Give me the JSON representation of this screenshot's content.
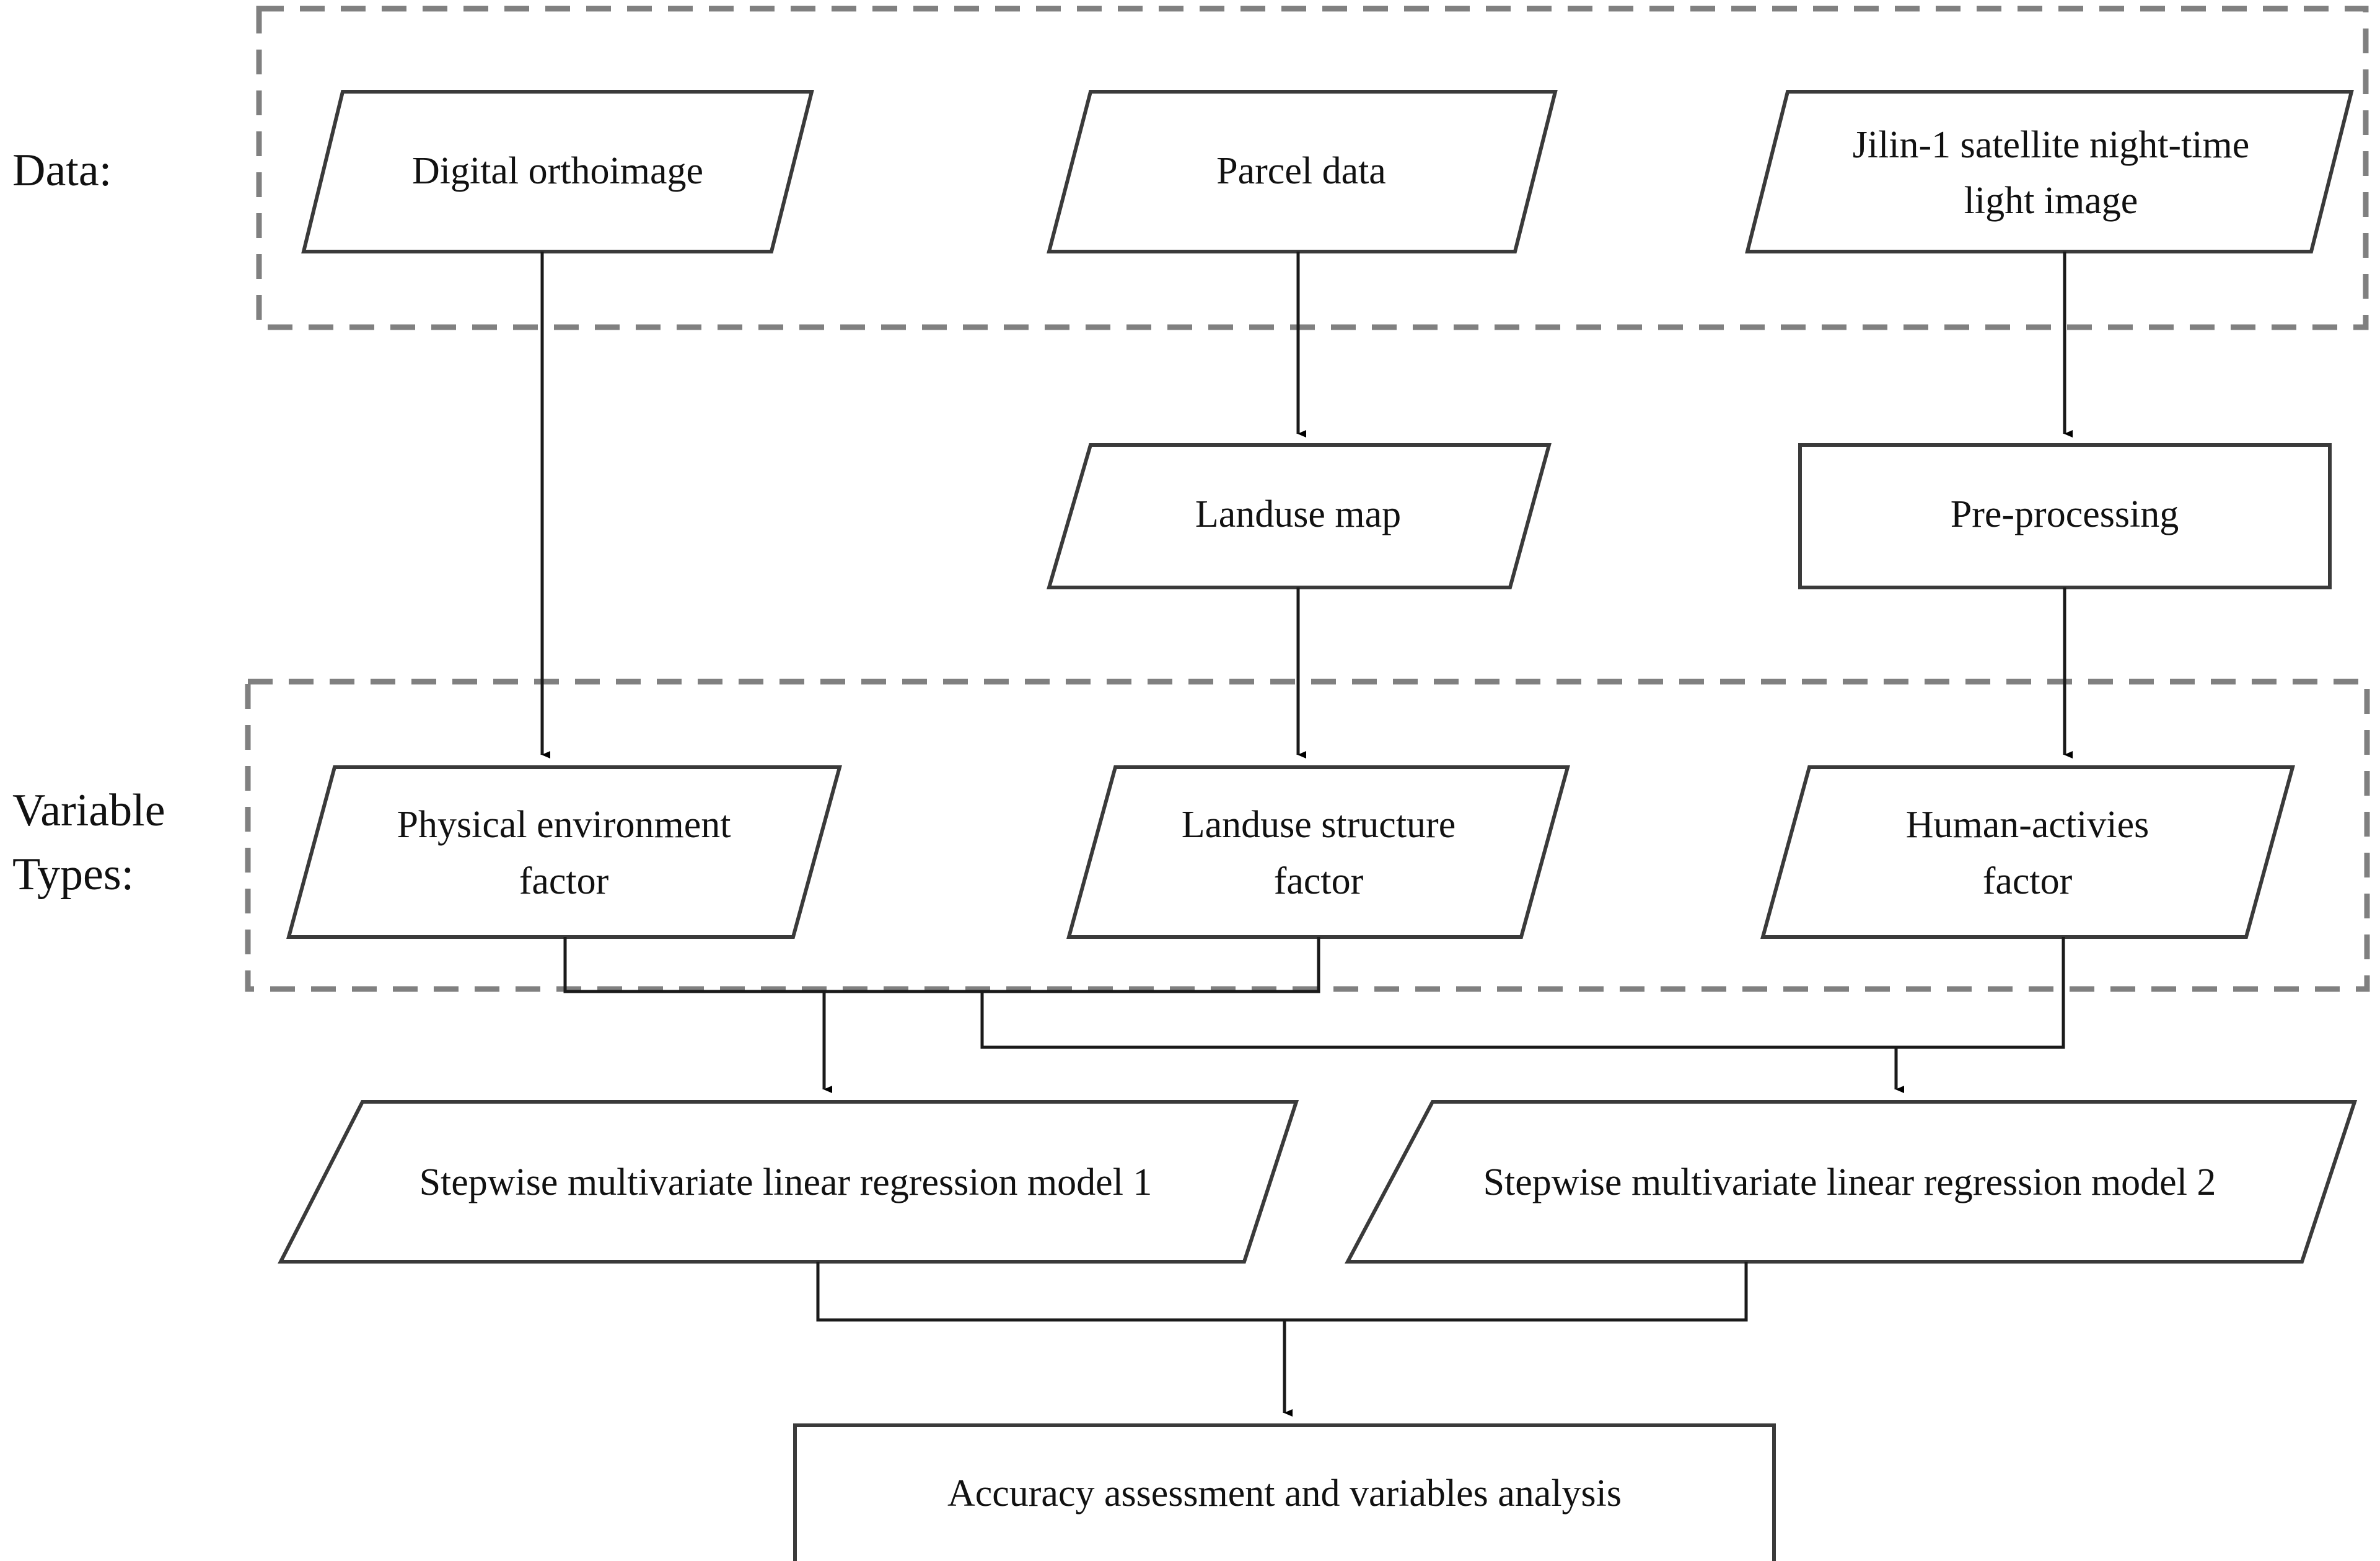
{
  "diagram": {
    "title": "Research methodology flowchart",
    "colors": {
      "node_stroke": "#3a3a3a",
      "group_stroke": "#808080",
      "line_stroke": "#1a1a1a",
      "background": "#ffffff",
      "text": "#111111"
    },
    "row_labels": [
      {
        "id": "data-row-label",
        "text": "Data:"
      },
      {
        "id": "variable-types-row-label",
        "line1": "Variable",
        "line2": "Types:"
      }
    ],
    "groups": [
      {
        "id": "data-group",
        "name": "data-group-box",
        "style": "dashed"
      },
      {
        "id": "variable-types-group",
        "name": "variable-types-group-box",
        "style": "dashed"
      }
    ],
    "nodes": {
      "digital_orthoimage": {
        "label": "Digital orthoimage",
        "shape": "parallelogram"
      },
      "parcel_data": {
        "label": "Parcel data",
        "shape": "parallelogram"
      },
      "jilin_night_light": {
        "line1": "Jilin-1 satellite night-time",
        "line2": "light image",
        "shape": "parallelogram"
      },
      "landuse_map": {
        "label": "Landuse map",
        "shape": "parallelogram"
      },
      "pre_processing": {
        "label": "Pre-processing",
        "shape": "rectangle"
      },
      "physical_environment_factor": {
        "line1": "Physical environment",
        "line2": "factor",
        "shape": "parallelogram"
      },
      "landuse_structure_factor": {
        "line1": "Landuse structure",
        "line2": "factor",
        "shape": "parallelogram"
      },
      "human_activies_factor": {
        "line1": "Human-activies",
        "line2": "factor",
        "shape": "parallelogram"
      },
      "regression_model_1": {
        "label": "Stepwise multivariate linear regression model  1",
        "shape": "parallelogram"
      },
      "regression_model_2": {
        "label": "Stepwise multivariate linear regression model 2",
        "shape": "parallelogram"
      },
      "accuracy_assessment": {
        "label": "Accuracy assessment and variables analysis",
        "shape": "rectangle"
      }
    },
    "edges": [
      {
        "from": "digital_orthoimage",
        "to": "physical_environment_factor"
      },
      {
        "from": "parcel_data",
        "to": "landuse_map"
      },
      {
        "from": "jilin_night_light",
        "to": "pre_processing"
      },
      {
        "from": "landuse_map",
        "to": "landuse_structure_factor"
      },
      {
        "from": "pre_processing",
        "to": "human_activies_factor"
      },
      {
        "from": "physical_environment_factor",
        "to": "regression_model_1"
      },
      {
        "from": "landuse_structure_factor",
        "to": "regression_model_1"
      },
      {
        "from": "landuse_structure_factor",
        "to": "regression_model_2"
      },
      {
        "from": "human_activies_factor",
        "to": "regression_model_2"
      },
      {
        "from": "regression_model_1",
        "to": "accuracy_assessment"
      },
      {
        "from": "regression_model_2",
        "to": "accuracy_assessment"
      }
    ]
  }
}
